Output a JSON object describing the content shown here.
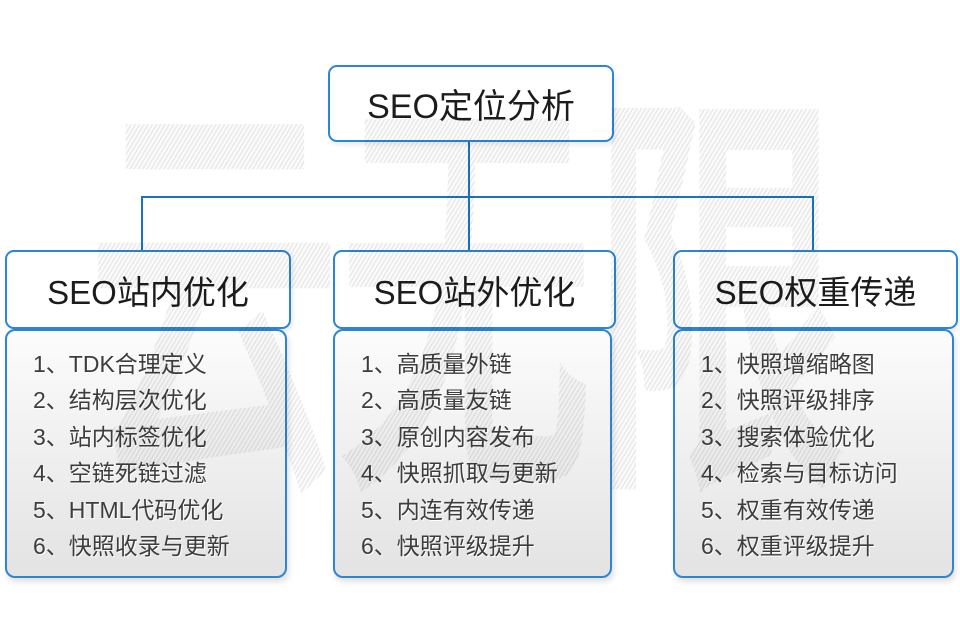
{
  "root": {
    "label": "SEO定位分析"
  },
  "watermark": {
    "text": "云无限"
  },
  "colors": {
    "box_border": "#2c86d4",
    "connector_line": "#1a74c4",
    "title_text": "#1c1c1c",
    "list_text": "#3d3d3d",
    "panel_gradient_top": "#fcfcfc",
    "panel_gradient_bottom": "#e3e3e3"
  },
  "columns": [
    {
      "header": "SEO站内优化",
      "items": [
        "1、TDK合理定义",
        "2、结构层次优化",
        "3、站内标签优化",
        "4、空链死链过滤",
        "5、HTML代码优化",
        "6、快照收录与更新"
      ]
    },
    {
      "header": "SEO站外优化",
      "items": [
        "1、高质量外链",
        "2、高质量友链",
        "3、原创内容发布",
        "4、快照抓取与更新",
        "5、内连有效传递",
        "6、快照评级提升"
      ]
    },
    {
      "header": "SEO权重传递",
      "items": [
        "1、快照增缩略图",
        "2、快照评级排序",
        "3、搜索体验优化",
        "4、检索与目标访问",
        "5、权重有效传递",
        "6、权重评级提升"
      ]
    }
  ]
}
